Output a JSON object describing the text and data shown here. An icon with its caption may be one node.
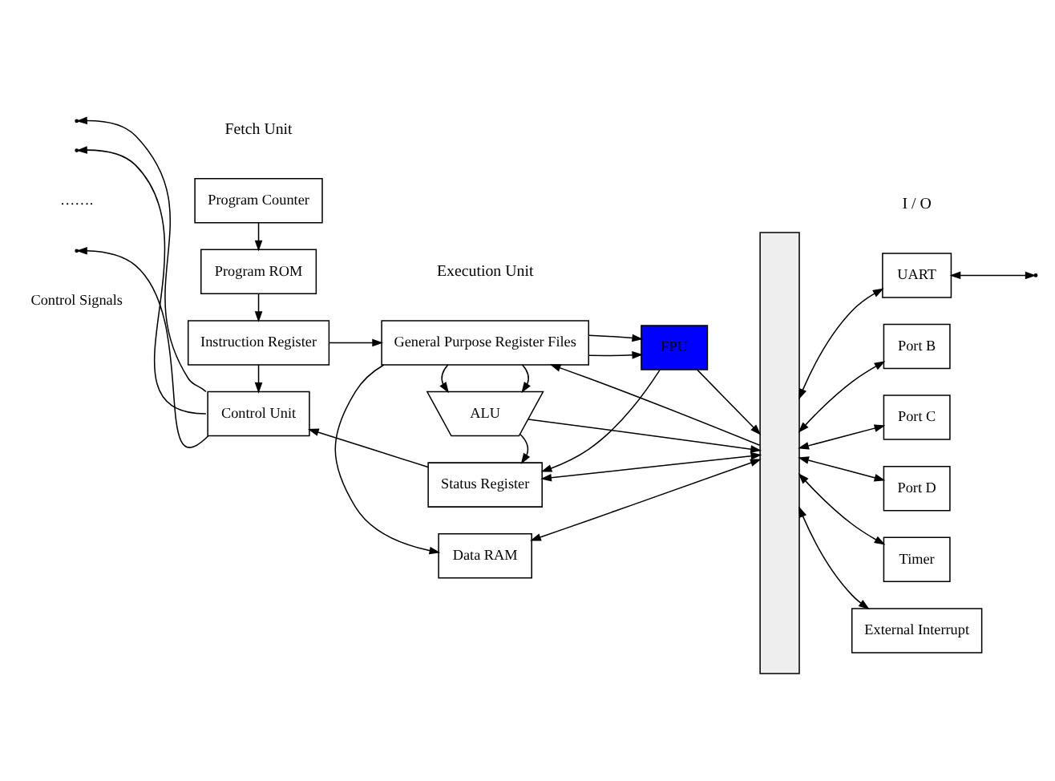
{
  "diagram": {
    "nodes": [
      {
        "text": [
          "Program Counter"
        ]
      },
      {
        "text": [
          "Program ROM"
        ]
      },
      {
        "text": [
          "Instruction Register"
        ]
      },
      {
        "text": [
          "Control Unit"
        ]
      },
      {
        "text": [
          "General Purpose Register Files"
        ]
      },
      {
        "text": [
          "ALU"
        ]
      },
      {
        "text": [
          "FPU"
        ]
      },
      {
        "text": [
          "Status Register"
        ]
      },
      {
        "text": [
          "Data RAM"
        ]
      },
      {
        "text": [],
        "shape": "arrow"
      },
      {
        "text": [
          "UART"
        ]
      },
      {
        "text": [
          "Port B"
        ]
      },
      {
        "text": [
          "Port C"
        ]
      },
      {
        "text": [
          "Port D"
        ]
      },
      {
        "text": [
          "Timer"
        ]
      },
      {
        "text": [
          "External Interrupt"
        ]
      }
    ],
    "edges": [
      {
        "from": 0,
        "to": 1,
        "arrow": "to"
      },
      {
        "from": 1,
        "to": 2,
        "arrow": "to"
      },
      {
        "from": 2,
        "to": 3,
        "arrow": "to"
      },
      {
        "from": 2,
        "to": 4,
        "arrow": "to"
      },
      {
        "from": 9,
        "to": 4,
        "arrow": "to"
      },
      {
        "from": 4,
        "to": 5,
        "arrow": "to"
      },
      {
        "from": 4,
        "to": 5,
        "arrow": "to"
      },
      {
        "from": 4,
        "to": 6,
        "arrow": "to"
      },
      {
        "from": 4,
        "to": 6,
        "arrow": "to"
      },
      {
        "from": 4,
        "to": 8,
        "arrow": "to"
      },
      {
        "from": 5,
        "to": 7,
        "arrow": "to"
      },
      {
        "from": 5,
        "to": 9,
        "arrow": "to"
      },
      {
        "from": 6,
        "to": 7,
        "arrow": "to"
      },
      {
        "from": 6,
        "to": 9,
        "arrow": "to"
      },
      {
        "from": 7,
        "to": 9,
        "arrow": "both"
      },
      {
        "from": 7,
        "to": 3,
        "arrow": "to"
      },
      {
        "from": 8,
        "to": 9,
        "arrow": "both"
      },
      {
        "from": 9,
        "to": 10,
        "arrow": "both"
      },
      {
        "from": 9,
        "to": 11,
        "arrow": "both"
      },
      {
        "from": 9,
        "to": 12,
        "arrow": "both"
      },
      {
        "from": 9,
        "to": 13,
        "arrow": "both"
      },
      {
        "from": 9,
        "to": 14,
        "arrow": "both"
      },
      {
        "from": 9,
        "to": 15,
        "arrow": "both"
      },
      {
        "from": 10,
        "to": null,
        "arrow": "both"
      },
      {
        "from": 3,
        "to": null,
        "arrow": "to"
      },
      {
        "from": 3,
        "to": null,
        "arrow": "to"
      },
      {
        "from": 3,
        "to": null,
        "arrow": "to"
      }
    ],
    "labels": [
      "Fetch Unit",
      "Execution Unit",
      "I / O",
      "…….",
      "Control Signals"
    ]
  }
}
